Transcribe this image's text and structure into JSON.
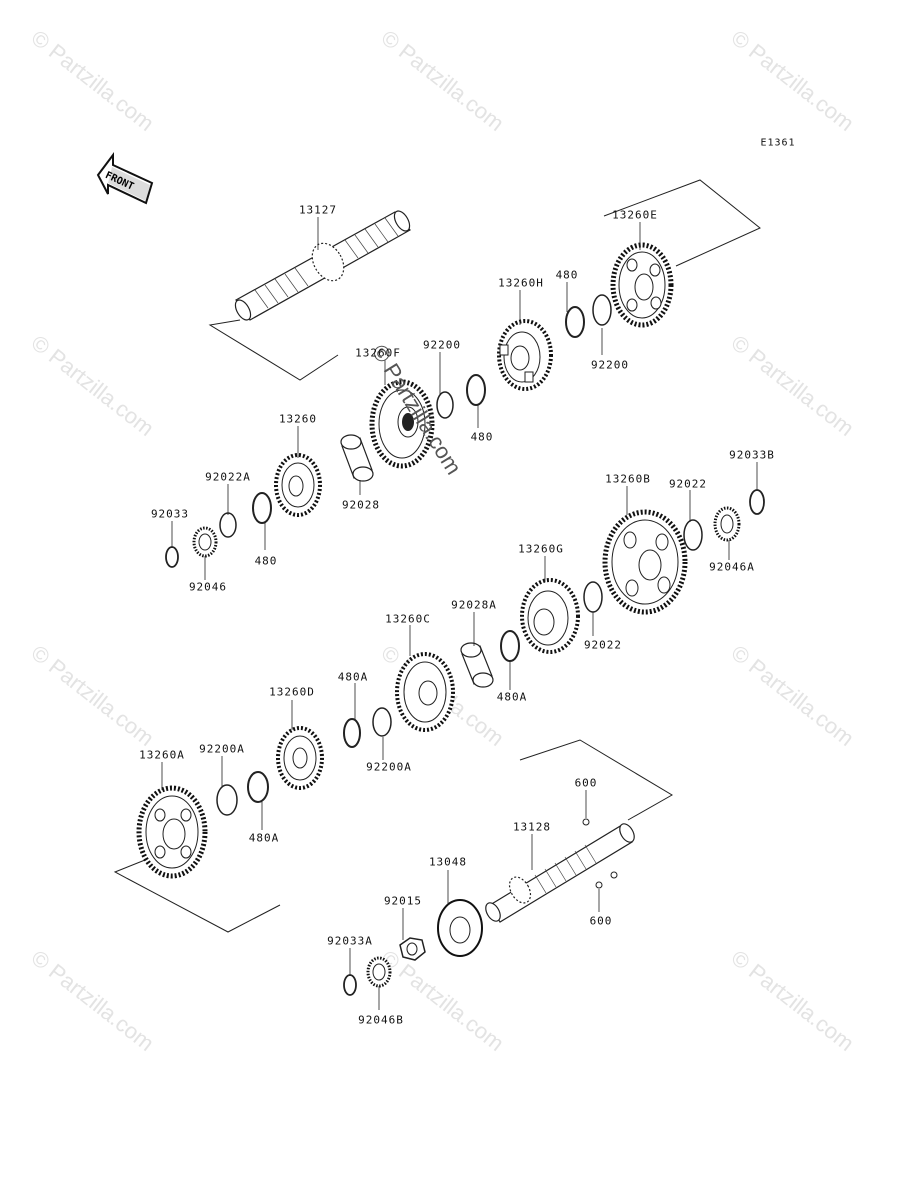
{
  "diagram": {
    "code": "E1361",
    "front_label": "FRONT",
    "watermark": "© Partzilla.com"
  },
  "parts": [
    {
      "id": "p13127",
      "number": "13127"
    },
    {
      "id": "p13260E",
      "number": "13260E"
    },
    {
      "id": "p480a",
      "number": "480"
    },
    {
      "id": "p13260H",
      "number": "13260H"
    },
    {
      "id": "p92200b",
      "number": "92200"
    },
    {
      "id": "p92200a",
      "number": "92200"
    },
    {
      "id": "p13260F",
      "number": "13260F"
    },
    {
      "id": "p480b",
      "number": "480"
    },
    {
      "id": "p13260",
      "number": "13260"
    },
    {
      "id": "p92028",
      "number": "92028"
    },
    {
      "id": "p92022A",
      "number": "92022A"
    },
    {
      "id": "p92033",
      "number": "92033"
    },
    {
      "id": "p480c",
      "number": "480"
    },
    {
      "id": "p92046",
      "number": "92046"
    },
    {
      "id": "p92033B",
      "number": "92033B"
    },
    {
      "id": "p13260B",
      "number": "13260B"
    },
    {
      "id": "p92022a",
      "number": "92022"
    },
    {
      "id": "p92046A",
      "number": "92046A"
    },
    {
      "id": "p13260G",
      "number": "13260G"
    },
    {
      "id": "p92028A",
      "number": "92028A"
    },
    {
      "id": "p92022b",
      "number": "92022"
    },
    {
      "id": "p13260C",
      "number": "13260C"
    },
    {
      "id": "p480Aa",
      "number": "480A"
    },
    {
      "id": "p480Ab",
      "number": "480A"
    },
    {
      "id": "p480Ac",
      "number": "480A"
    },
    {
      "id": "p13260D",
      "number": "13260D"
    },
    {
      "id": "p92200A",
      "number": "92200A"
    },
    {
      "id": "p92200Ab",
      "number": "92200A"
    },
    {
      "id": "p13260A",
      "number": "13260A"
    },
    {
      "id": "p600a",
      "number": "600"
    },
    {
      "id": "p600b",
      "number": "600"
    },
    {
      "id": "p13128",
      "number": "13128"
    },
    {
      "id": "p13048",
      "number": "13048"
    },
    {
      "id": "p92015",
      "number": "92015"
    },
    {
      "id": "p92033A",
      "number": "92033A"
    },
    {
      "id": "p92046B",
      "number": "92046B"
    }
  ]
}
